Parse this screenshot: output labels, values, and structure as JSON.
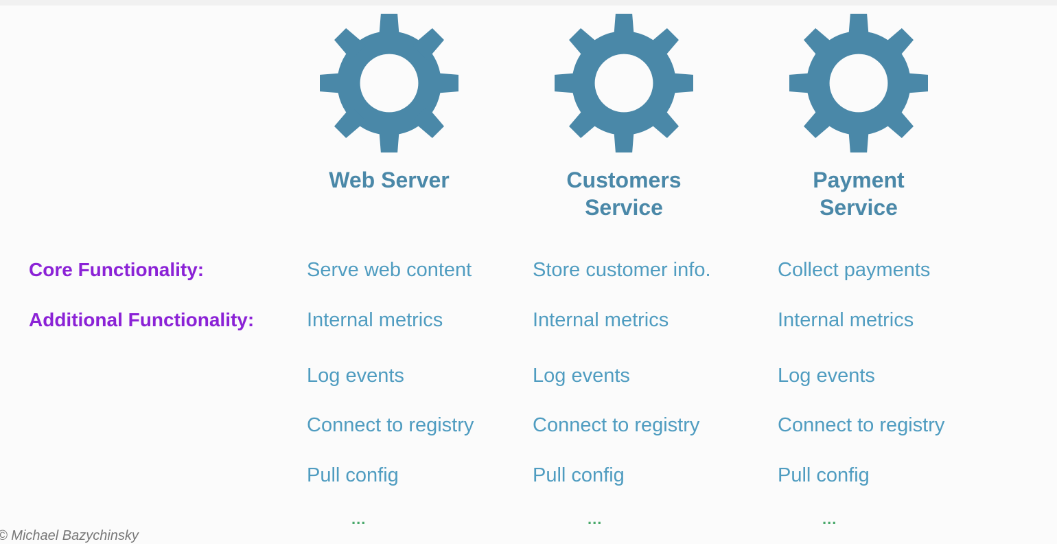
{
  "colors": {
    "gear": "#4a88a8",
    "title": "#4a88a8",
    "label": "#8b22d6",
    "item": "#4f9cc0",
    "ellipsis": "#48a86a"
  },
  "row_labels": {
    "core": "Core Functionality:",
    "additional": "Additional Functionality:"
  },
  "services": [
    {
      "title_lines": [
        "Web Server",
        ""
      ],
      "icon": "gear-icon",
      "core": "Serve web content",
      "additional": [
        "Internal metrics",
        "Log events",
        "Connect to registry",
        "Pull config"
      ],
      "ellipsis": "..."
    },
    {
      "title_lines": [
        "Customers",
        "Service"
      ],
      "icon": "gear-icon",
      "core": "Store customer info.",
      "additional": [
        "Internal metrics",
        "Log events",
        "Connect to registry",
        "Pull config"
      ],
      "ellipsis": "..."
    },
    {
      "title_lines": [
        "Payment",
        "Service"
      ],
      "icon": "gear-icon",
      "core": "Collect payments",
      "additional": [
        "Internal metrics",
        "Log events",
        "Connect to registry",
        "Pull config"
      ],
      "ellipsis": "..."
    }
  ],
  "copyright": "© Michael Bazychinsky"
}
